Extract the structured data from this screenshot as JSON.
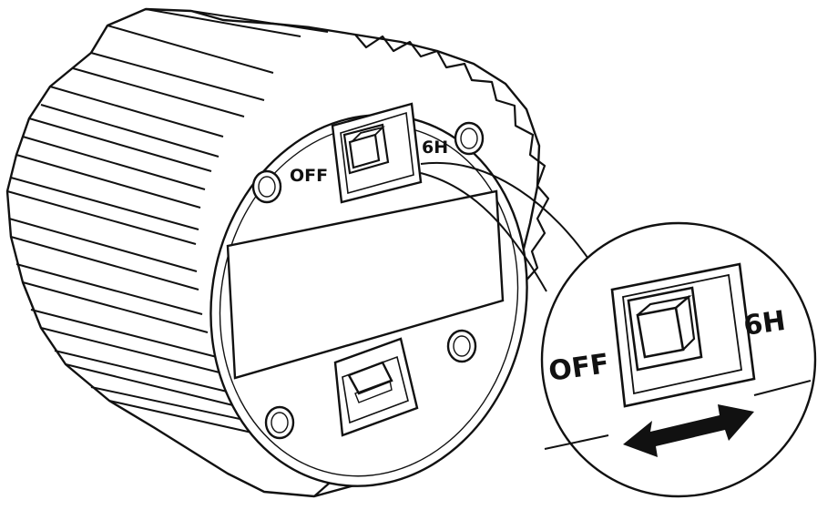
{
  "labels": {
    "off_small": "OFF",
    "timer_small": "6H",
    "off_zoom": "OFF",
    "timer_zoom": "6H"
  },
  "colors": {
    "stroke": "#111111",
    "fill": "#ffffff",
    "arrow": "#111111"
  },
  "icons": {
    "switch_arrow": "double-headed-arrow-icon"
  }
}
